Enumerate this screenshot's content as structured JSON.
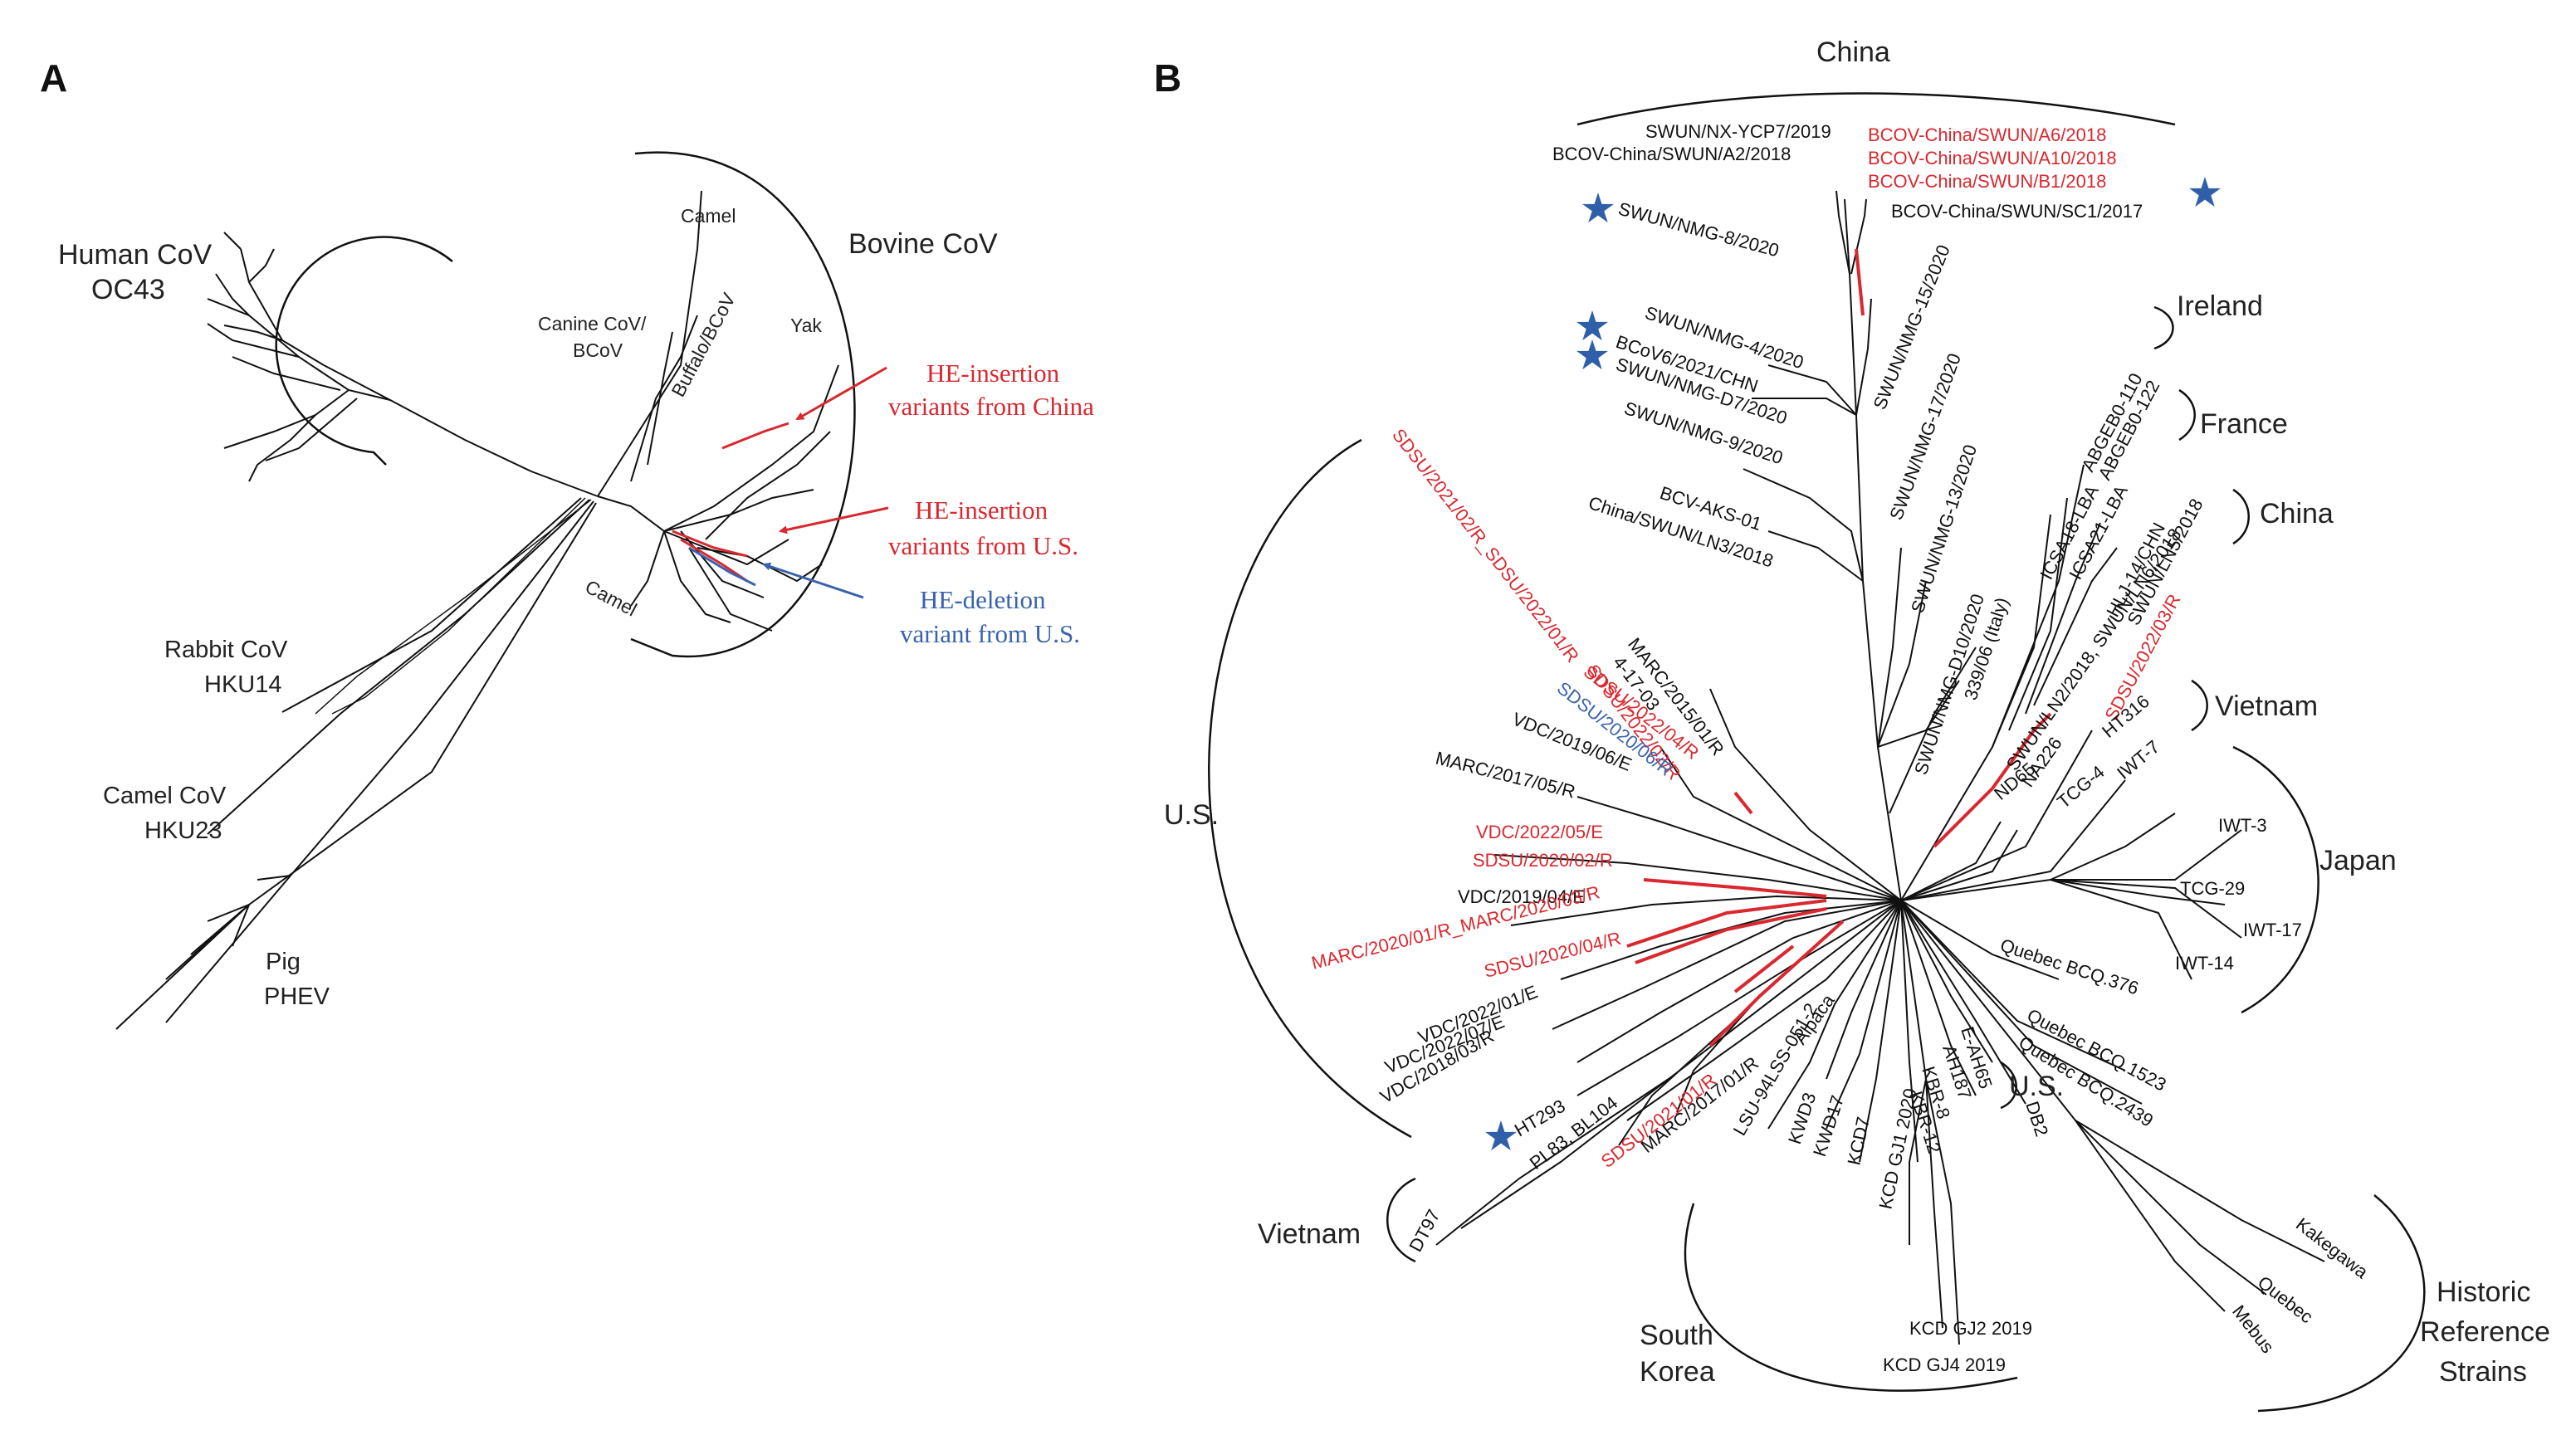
{
  "colors": {
    "black": "#111111",
    "red": "#d9282f",
    "blue": "#3a63ad",
    "star": "#2f5fa8"
  },
  "panel_a": {
    "label": "A",
    "groups": {
      "human_l1": "Human CoV",
      "human_l2": "OC43",
      "bovine": "Bovine CoV",
      "rabbit_l1": "Rabbit CoV",
      "rabbit_l2": "HKU14",
      "camelcov_l1": "Camel CoV",
      "camelcov_l2": "HKU23",
      "pig_l1": "Pig",
      "pig_l2": "PHEV"
    },
    "tips": {
      "camel_top": "Camel",
      "canine_l1": "Canine CoV/",
      "canine_l2": "BCoV",
      "buffalo": "Buffalo/BCoV",
      "yak": "Yak",
      "camel_bottom": "Camel"
    },
    "annotations": {
      "ins_china_l1": "HE-insertion",
      "ins_china_l2": "variants from China",
      "ins_us_l1": "HE-insertion",
      "ins_us_l2": "variants from U.S.",
      "del_us_l1": "HE-deletion",
      "del_us_l2": "variant from U.S."
    }
  },
  "panel_b": {
    "label": "B",
    "regions": {
      "china_top": "China",
      "ireland": "Ireland",
      "france": "France",
      "china_right": "China",
      "vietnam_right": "Vietnam",
      "japan": "Japan",
      "us_left": "U.S.",
      "us_bottom": "U.S.",
      "vietnam_left": "Vietnam",
      "south_korea_l1": "South",
      "south_korea_l2": "Korea",
      "historic_l1": "Historic",
      "historic_l2": "Reference",
      "historic_l3": "Strains"
    },
    "china_strains": {
      "nx": "SWUN/NX-YCP7/2019",
      "a2": "BCOV-China/SWUN/A2/2018",
      "a6": "BCOV-China/SWUN/A6/2018",
      "a10": "BCOV-China/SWUN/A10/2018",
      "b1": "BCOV-China/SWUN/B1/2018",
      "sc1": "BCOV-China/SWUN/SC1/2017",
      "nmg8": "SWUN/NMG-8/2020",
      "nmg4": "SWUN/NMG-4/2020",
      "bcov6": "BCoV6/2021/CHN",
      "nmgd7": "SWUN/NMG-D7/2020",
      "nmg9": "SWUN/NMG-9/2020",
      "aks_l1": "BCV-AKS-01",
      "aks_l2": "China/SWUN/LN3/2018",
      "nmg15": "SWUN/NMG-15/2020",
      "nmg17": "SWUN/NMG-17/2020",
      "nmg13": "SWUN/NMG-13/2020",
      "nmgd10": "SWUN/NMG-D10/2020",
      "italy": "339/06 (Italy)"
    },
    "europe_strains": {
      "abg110": "ABGEB0-110",
      "abg122": "ABGEB0-122",
      "icsa18": "ICSA18-LBA",
      "icsa21": "ICSA21-LBA",
      "hlj": "HLJ-14/CHN",
      "ln5": "SWUN/LN5/2018"
    },
    "us_strains": {
      "sdsu21_02": "SDSU/2021/02/R_SDSU/2022/01/R",
      "sdsu22_02": "SDSU/2022/02/R",
      "sdsu22_04": "SDSU/2022/04/R",
      "sdsu20_06": "SDSU/2020/06/R",
      "marc15_l1": "MARC/2015/01/R",
      "marc15_l2": "4-17-03",
      "vdc19_06": "VDC/2019/06/E",
      "marc17_05": "MARC/2017/05/R",
      "vdc22_05": "VDC/2022/05/E",
      "sdsu20_02": "SDSU/2020/02/R",
      "vdc19_04": "VDC/2019/04/E",
      "marc20": "MARC/2020/01/R_MARC/2020/03/R",
      "sdsu20_04": "SDSU/2020/04/R",
      "vdc22_01": "VDC/2022/01/E",
      "vdc22_07": "VDC/2022/07/E",
      "vdc18_03": "VDC/2018/03/R",
      "ht293": "HT293",
      "pl83": "PL83, BL104",
      "sdsu21_01": "SDSU/2021/01/R",
      "marc17_01": "MARC/2017/01/R",
      "alpaca": "Alpaca",
      "lsu": "LSU-94LSS-051-2",
      "dt97": "DT97"
    },
    "asia_strains": {
      "ln2": "SWUN/LN2/2018, SWUN/LN6/2018",
      "sdsu22_03": "SDSU/2022/03/R",
      "ht316": "HT316",
      "na226": "NA226",
      "nd65": "ND65",
      "tcg4": "TCG-4",
      "iwt7": "IWT-7",
      "iwt3": "IWT-3",
      "tcg29": "TCG-29",
      "iwt17": "IWT-17",
      "iwt14": "IWT-14"
    },
    "other_strains": {
      "qbcq376": "Quebec BCQ.376",
      "qbcq1523": "Quebec BCQ.1523",
      "qbcq2439": "Quebec BCQ.2439",
      "eah65": "E-AH65",
      "ah187": "AH187",
      "db2": "DB2",
      "kbr8": "KBR-8",
      "kbr12": "KBR-12",
      "kwd3": "KWD3",
      "kwd17": "KWD17",
      "kcd7": "KCD7",
      "kcdgj1": "KCD GJ1 2020",
      "kcdgj2": "KCD GJ2 2019",
      "kcdgj4": "KCD GJ4 2019",
      "kakegawa": "Kakegawa",
      "quebec": "Quebec",
      "mebus": "Mebus"
    }
  }
}
